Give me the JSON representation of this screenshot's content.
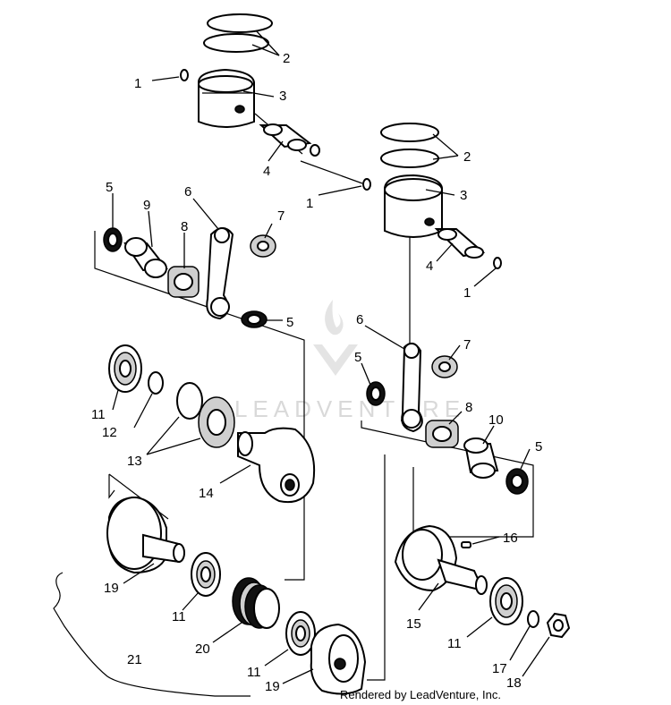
{
  "watermark": {
    "text": "LEADVENTURE"
  },
  "credit": {
    "text": "Rendered by LeadVenture, Inc."
  },
  "callouts": {
    "c1a": "1",
    "c2a": "2",
    "c3a": "3",
    "c4a": "4",
    "c1b": "1",
    "c2b": "2",
    "c3b": "3",
    "c4b": "4",
    "c1c": "1",
    "c5a": "5",
    "c9": "9",
    "c6a": "6",
    "c8a": "8",
    "c7a": "7",
    "c5b": "5",
    "c6b": "6",
    "c7b": "7",
    "c5c": "5",
    "c8b": "8",
    "c10": "10",
    "c5d": "5",
    "c11a": "11",
    "c12": "12",
    "c13": "13",
    "c14": "14",
    "c16": "16",
    "c15": "15",
    "c11d": "11",
    "c17": "17",
    "c18": "18",
    "c19a": "19",
    "c11b": "11",
    "c20": "20",
    "c11c": "11",
    "c19b": "19",
    "c21": "21"
  }
}
